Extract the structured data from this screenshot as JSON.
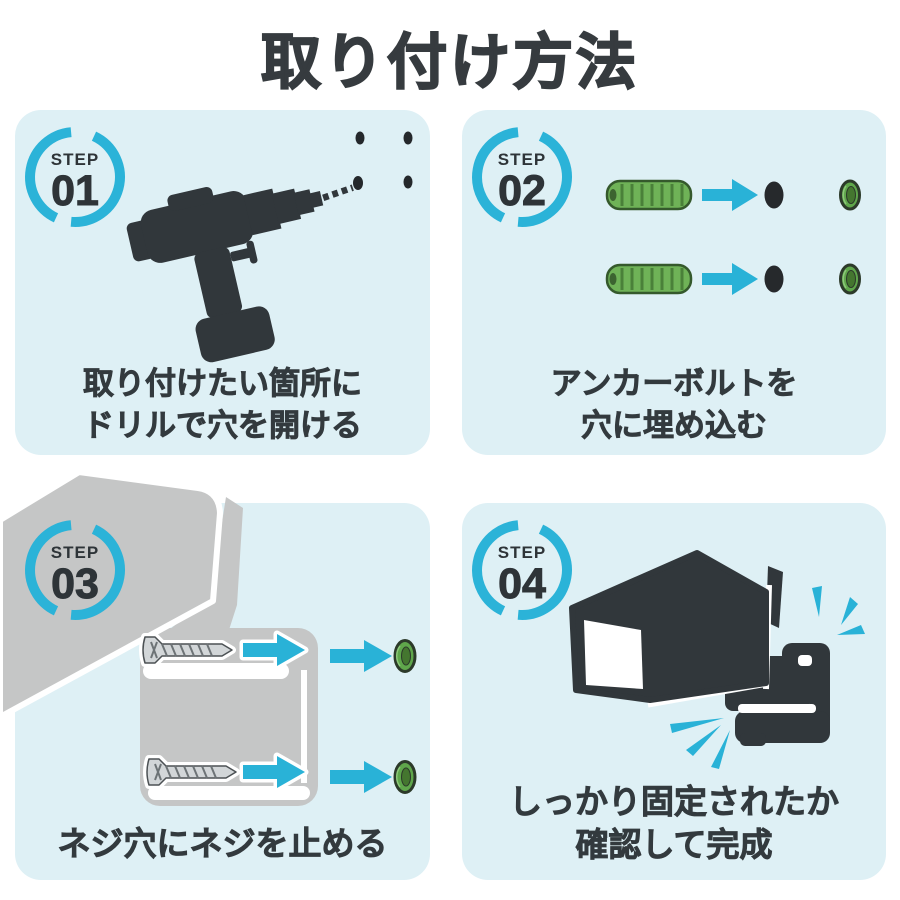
{
  "title": "取り付け方法",
  "badge_label": "STEP",
  "steps": [
    {
      "number": "01",
      "caption": [
        "取り付けたい箇所に",
        "ドリルで穴を開ける"
      ],
      "illustration": "drill-making-holes"
    },
    {
      "number": "02",
      "caption": [
        "アンカーボルトを",
        "穴に埋め込む"
      ],
      "illustration": "anchor-bolts-into-holes"
    },
    {
      "number": "03",
      "caption": [
        "ネジ穴にネジを止める"
      ],
      "illustration": "screws-fastened-into-bracket"
    },
    {
      "number": "04",
      "caption": [
        "しっかり固定されたか",
        "確認して完成"
      ],
      "illustration": "camera-fixed-check"
    }
  ],
  "colors": {
    "accent_cyan": "#29b2d7",
    "panel_bg": "#def0f5",
    "silhouette_dark": "#31373b",
    "silhouette_gray": "#c5c6c6",
    "anchor_green": "#6fb257",
    "screw_silver": "#d2d6d8",
    "text_dark": "#363b3f"
  }
}
